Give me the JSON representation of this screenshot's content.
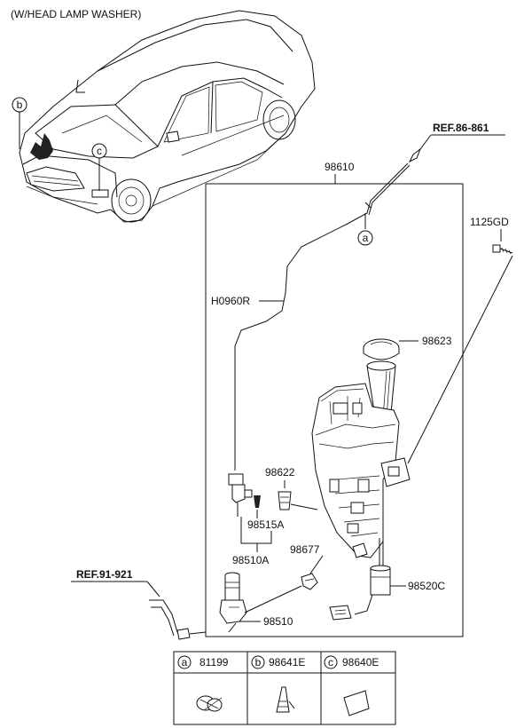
{
  "variant_note": "(W/HEAD LAMP WASHER)",
  "refs": {
    "top": "REF.86-861",
    "left": "REF.91-921"
  },
  "callouts": {
    "a": "a",
    "b": "b",
    "c": "c"
  },
  "parts": {
    "assembly": "98610",
    "hose": "H0960R",
    "bolt": "1125GD",
    "cap": "98623",
    "grommet": "98622",
    "pump_seal": "98515A",
    "pump_assy": "98510A",
    "clip": "98677",
    "level_sensor": "98520C",
    "pump": "98510"
  },
  "legend": [
    {
      "letter": "a",
      "part": "81199"
    },
    {
      "letter": "b",
      "part": "98641E"
    },
    {
      "letter": "c",
      "part": "98640E"
    }
  ]
}
